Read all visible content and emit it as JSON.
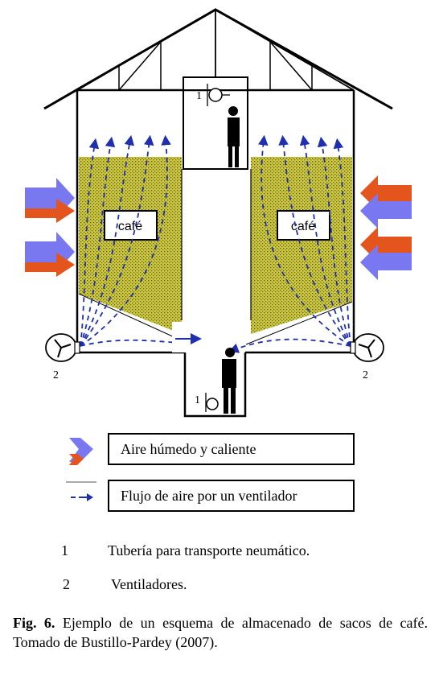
{
  "diagram": {
    "left_bin_label": "café",
    "right_bin_label": "café",
    "pipe_marker_top": "1",
    "pipe_marker_bottom": "1",
    "fan_marker_left": "2",
    "fan_marker_right": "2"
  },
  "legend": {
    "items": [
      {
        "icon": "hot-humid-air-arrow-icon",
        "label": "Aire húmedo y caliente"
      },
      {
        "icon": "fan-airflow-arrow-icon",
        "label": "Flujo de aire por un ventilador"
      }
    ]
  },
  "numbered_items": [
    {
      "number": "1",
      "text": "Tubería para transporte neumático."
    },
    {
      "number": "2",
      "text": "Ventiladores."
    }
  ],
  "caption": {
    "label": "Fig. 6.",
    "text": "Ejemplo de un esquema de almacenado de sacos de café. Tomado de Bustillo-Pardey (2007)."
  },
  "colors": {
    "coffee": "#c9c43a",
    "arrow_purple": "#7a78f0",
    "arrow_orange": "#e4551e",
    "flow_blue": "#1f2fb0"
  }
}
